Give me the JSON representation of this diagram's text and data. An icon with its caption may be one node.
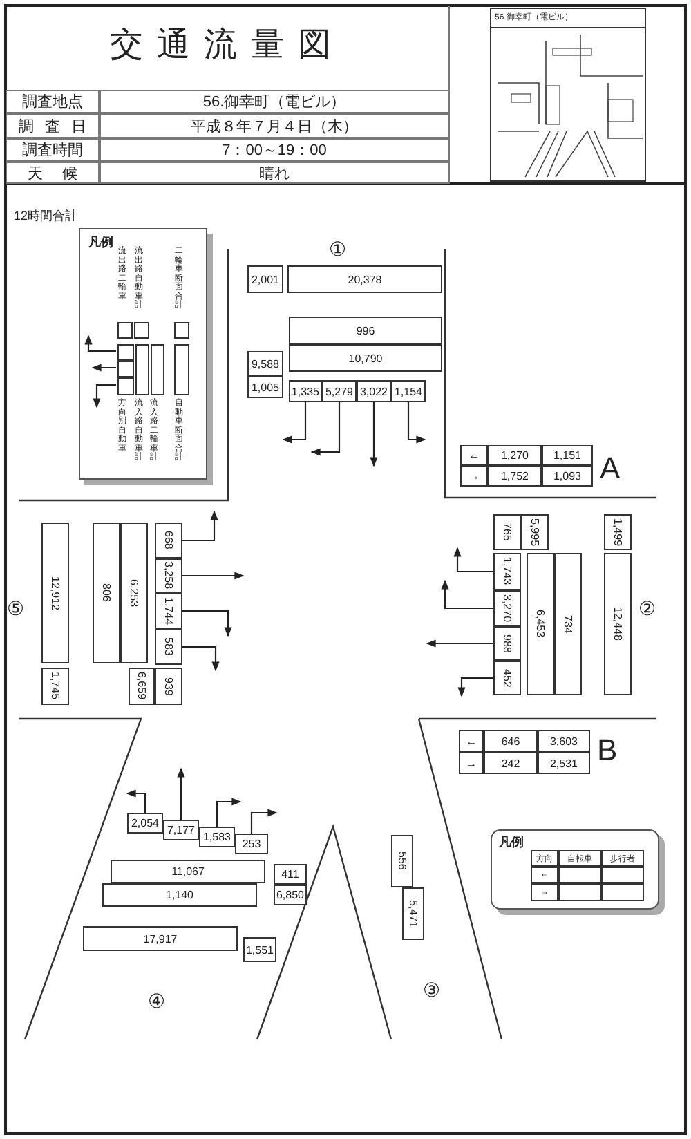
{
  "diagram": {
    "title": "交通流量図",
    "nodes": [
      {
        "text": [
          "凡例"
        ]
      },
      {
        "text": [],
        "shape": "box",
        "in": 0,
        "beside": [
          "流出路二輪車"
        ]
      },
      {
        "text": [],
        "shape": "box",
        "in": 0,
        "beside": [
          "流出路自動車計"
        ]
      },
      {
        "text": [],
        "shape": "box",
        "in": 0,
        "beside": [
          "二輪車断面合計"
        ]
      },
      {
        "text": [],
        "shape": "box",
        "in": 0
      },
      {
        "text": [],
        "shape": "box",
        "in": 0
      },
      {
        "text": [],
        "shape": "box",
        "in": 0,
        "beside": [
          "方向別自動車"
        ]
      },
      {
        "text": [],
        "shape": "box",
        "in": 0,
        "beside": [
          "流入路自動車計"
        ]
      },
      {
        "text": [],
        "shape": "box",
        "in": 0,
        "beside": [
          "流入路二輪車計"
        ]
      },
      {
        "text": [],
        "shape": "box",
        "in": 0,
        "beside": [
          "自動車断面合計"
        ]
      },
      {
        "text": [
          "2,001"
        ]
      },
      {
        "text": [
          "20,378"
        ]
      },
      {
        "text": [
          "996"
        ]
      },
      {
        "text": [
          "10,790"
        ]
      },
      {
        "text": [
          "9,588"
        ]
      },
      {
        "text": [
          "1,005"
        ]
      },
      {
        "text": [
          "1,335"
        ]
      },
      {
        "text": [
          "5,279"
        ]
      },
      {
        "text": [
          "3,022"
        ]
      },
      {
        "text": [
          "1,154"
        ]
      },
      {
        "text": [
          "←"
        ]
      },
      {
        "text": [
          "1,270"
        ]
      },
      {
        "text": [
          "1,151"
        ]
      },
      {
        "text": [
          "→"
        ]
      },
      {
        "text": [
          "1,752"
        ]
      },
      {
        "text": [
          "1,093"
        ]
      },
      {
        "text": [
          "12,912"
        ]
      },
      {
        "text": [
          "806"
        ]
      },
      {
        "text": [
          "6,253"
        ]
      },
      {
        "text": [
          "668"
        ]
      },
      {
        "text": [
          "3,258"
        ]
      },
      {
        "text": [
          "1,744"
        ]
      },
      {
        "text": [
          "583"
        ]
      },
      {
        "text": [
          "1,745"
        ]
      },
      {
        "text": [
          "6,659"
        ]
      },
      {
        "text": [
          "939"
        ]
      },
      {
        "text": [
          "765"
        ]
      },
      {
        "text": [
          "5,995"
        ]
      },
      {
        "text": [
          "1,499"
        ]
      },
      {
        "text": [
          "1,743"
        ]
      },
      {
        "text": [
          "3,270"
        ]
      },
      {
        "text": [
          "988"
        ]
      },
      {
        "text": [
          "452"
        ]
      },
      {
        "text": [
          "6,453"
        ]
      },
      {
        "text": [
          "734"
        ]
      },
      {
        "text": [
          "12,448"
        ]
      },
      {
        "text": [
          "←"
        ]
      },
      {
        "text": [
          "646"
        ]
      },
      {
        "text": [
          "3,603"
        ]
      },
      {
        "text": [
          "→"
        ]
      },
      {
        "text": [
          "242"
        ]
      },
      {
        "text": [
          "2,531"
        ]
      },
      {
        "text": [
          "2,054"
        ]
      },
      {
        "text": [
          "7,177"
        ]
      },
      {
        "text": [
          "1,583"
        ]
      },
      {
        "text": [
          "253"
        ]
      },
      {
        "text": [
          "11,067"
        ]
      },
      {
        "text": [
          "1,140"
        ]
      },
      {
        "text": [
          "411"
        ]
      },
      {
        "text": [
          "6,850"
        ]
      },
      {
        "text": [
          "17,917"
        ]
      },
      {
        "text": [
          "1,551"
        ]
      },
      {
        "text": [
          "556"
        ]
      },
      {
        "text": [
          "5,471"
        ]
      },
      {
        "text": [
          "凡例"
        ]
      },
      {
        "text": [
          "方向"
        ],
        "in": 64
      },
      {
        "text": [
          "自転車"
        ],
        "in": 64
      },
      {
        "text": [
          "歩行者"
        ],
        "in": 64
      },
      {
        "text": [
          "←"
        ],
        "in": 64
      },
      {
        "text": [],
        "shape": "box",
        "in": 64
      },
      {
        "text": [],
        "shape": "box",
        "in": 64
      },
      {
        "text": [
          "→"
        ],
        "in": 64
      },
      {
        "text": [],
        "shape": "box",
        "in": 64
      },
      {
        "text": [],
        "shape": "box",
        "in": 64
      }
    ],
    "edges": [
      {
        "from": 4,
        "to": null,
        "arrow": "to"
      },
      {
        "from": 5,
        "to": null,
        "arrow": "to"
      },
      {
        "from": 6,
        "to": null,
        "arrow": "to"
      },
      {
        "from": 16,
        "to": null,
        "arrow": "to"
      },
      {
        "from": 17,
        "to": null,
        "arrow": "to"
      },
      {
        "from": 18,
        "to": null,
        "arrow": "to"
      },
      {
        "from": 19,
        "to": null,
        "arrow": "to"
      },
      {
        "from": 29,
        "to": null,
        "arrow": "to"
      },
      {
        "from": 30,
        "to": null,
        "arrow": "to"
      },
      {
        "from": 31,
        "to": null,
        "arrow": "to"
      },
      {
        "from": 32,
        "to": null,
        "arrow": "to"
      },
      {
        "from": 39,
        "to": null,
        "arrow": "to"
      },
      {
        "from": 40,
        "to": null,
        "arrow": "to"
      },
      {
        "from": 41,
        "to": null,
        "arrow": "to"
      },
      {
        "from": 42,
        "to": null,
        "arrow": "to"
      },
      {
        "from": 52,
        "to": null,
        "arrow": "to"
      },
      {
        "from": 53,
        "to": null,
        "arrow": "to"
      },
      {
        "from": 54,
        "to": null,
        "arrow": "to"
      },
      {
        "from": 55,
        "to": null,
        "arrow": "to"
      }
    ],
    "labels": [
      "調査地点",
      "56.御幸町（電ビル）",
      "調査日",
      "平成８年７月４日（木）",
      "調査時間",
      "7：00～19：00",
      "天候",
      "晴れ",
      "56.御幸町（電ビル）",
      "12時間合計",
      "①",
      "A",
      "⑤",
      "②",
      "B",
      "④",
      "③"
    ]
  }
}
